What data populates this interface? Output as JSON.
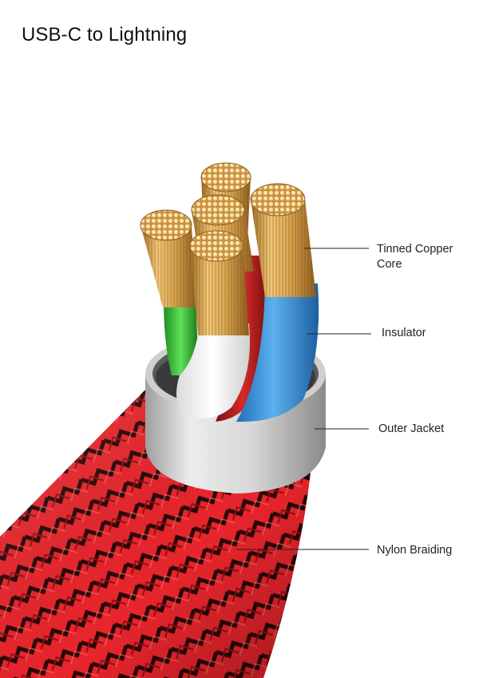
{
  "title": "USB-C to Lightning",
  "labels": {
    "core_line1": "Tinned Copper",
    "core_line2": "Core",
    "insulator": "Insulator",
    "outer_jacket": "Outer Jacket",
    "nylon_braiding": "Nylon Braiding"
  },
  "colors": {
    "braid_red": "#e8252c",
    "braid_dark": "#2a0606",
    "jacket_silver": "#cfcfcf",
    "insulator_blue": "#3a8fd6",
    "insulator_white": "#f4f4f4",
    "insulator_red": "#b81a1a",
    "insulator_green": "#3cbf3a",
    "copper": "#d9a652",
    "leader_line": "#222222"
  },
  "icons": [
    "cable-cross-section-illustration"
  ]
}
